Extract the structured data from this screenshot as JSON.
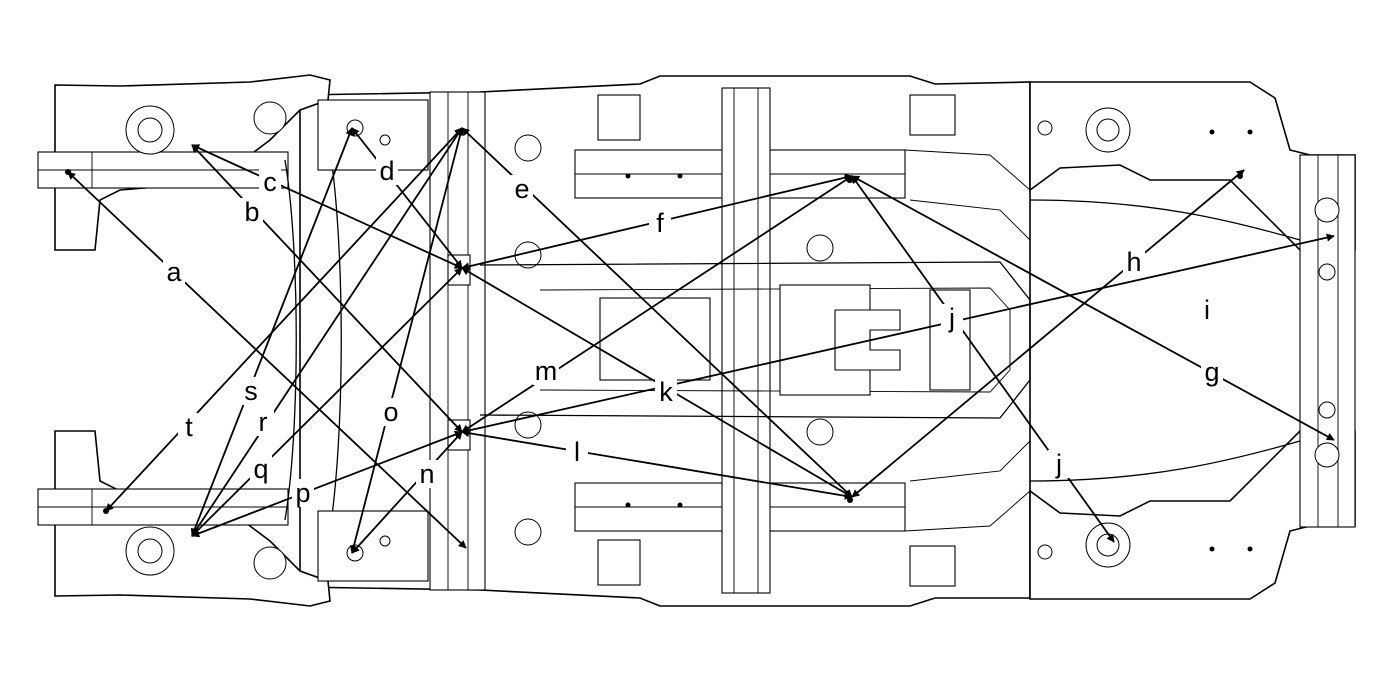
{
  "callouts": [
    {
      "id": "a",
      "label": "a"
    },
    {
      "id": "b",
      "label": "b"
    },
    {
      "id": "c",
      "label": "c"
    },
    {
      "id": "d",
      "label": "d"
    },
    {
      "id": "e",
      "label": "e"
    },
    {
      "id": "f",
      "label": "f"
    },
    {
      "id": "g",
      "label": "g"
    },
    {
      "id": "h",
      "label": "h"
    },
    {
      "id": "i",
      "label": "i"
    },
    {
      "id": "j1",
      "label": "j"
    },
    {
      "id": "j2",
      "label": "j"
    },
    {
      "id": "k",
      "label": "k"
    },
    {
      "id": "l",
      "label": "l"
    },
    {
      "id": "m",
      "label": "m"
    },
    {
      "id": "n",
      "label": "n"
    },
    {
      "id": "o",
      "label": "o"
    },
    {
      "id": "p",
      "label": "p"
    },
    {
      "id": "q",
      "label": "q"
    },
    {
      "id": "r",
      "label": "r"
    },
    {
      "id": "s",
      "label": "s"
    },
    {
      "id": "t",
      "label": "t"
    }
  ]
}
